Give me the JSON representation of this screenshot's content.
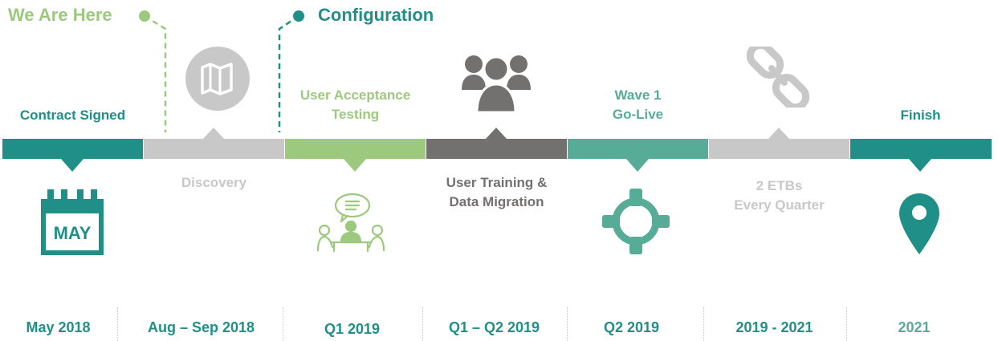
{
  "markers": {
    "we_are_here": "We Are Here",
    "configuration": "Configuration"
  },
  "colors": {
    "teal": "#1f8f87",
    "light_green": "#9dc97f",
    "gray": "#c8c8c8",
    "dark_gray": "#737070",
    "mint": "#56ac97"
  },
  "stages": [
    {
      "label": [
        "Contract Signed"
      ],
      "date": "May 2018",
      "icon": "calendar-icon",
      "icon_text": "MAY"
    },
    {
      "label": [
        "Discovery"
      ],
      "date": "Aug – Sep 2018",
      "icon": "map-icon"
    },
    {
      "label": [
        "User Acceptance",
        "Testing"
      ],
      "date": "Q1 2019",
      "icon": "meeting-icon"
    },
    {
      "label": [
        "User Training &",
        "Data Migration"
      ],
      "date": "Q1 – Q2 2019",
      "icon": "group-icon"
    },
    {
      "label": [
        "Wave 1",
        "Go-Live"
      ],
      "date": "Q2 2019",
      "icon": "crosshair-icon"
    },
    {
      "label": [
        "2 ETBs",
        "Every Quarter"
      ],
      "date": "2019 - 2021",
      "icon": "chain-link-icon"
    },
    {
      "label": [
        "Finish"
      ],
      "date": "2021",
      "icon": "location-pin-icon"
    }
  ]
}
